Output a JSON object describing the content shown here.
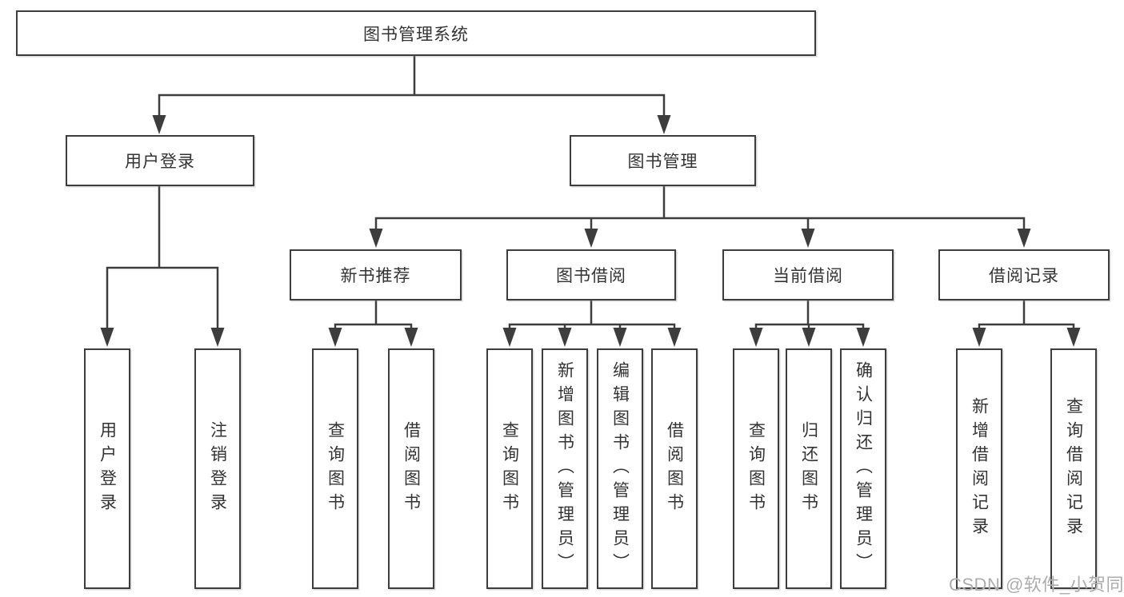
{
  "nodes": {
    "root": "图书管理系统",
    "level2": [
      "用户登录",
      "图书管理"
    ],
    "level3": [
      "新书推荐",
      "图书借阅",
      "当前借阅",
      "借阅记录"
    ],
    "leaves_user_login": [
      "用户登录",
      "注销登录"
    ],
    "leaves_new_book": [
      "查询图书",
      "借阅图书"
    ],
    "leaves_book_borrow": [
      "查询图书",
      "新增图书（管理员）",
      "编辑图书（管理员）",
      "借阅图书"
    ],
    "leaves_current_borrow": [
      "查询图书",
      "归还图书",
      "确认归还（管理员）"
    ],
    "leaves_borrow_records": [
      "新增借阅记录",
      "查询借阅记录"
    ]
  },
  "watermark": "CSDN @软件_小贺同学",
  "colors": {
    "line": "#3d3d3d",
    "text": "#333333",
    "box_background": "#ffffff",
    "watermark": "#acacac"
  }
}
